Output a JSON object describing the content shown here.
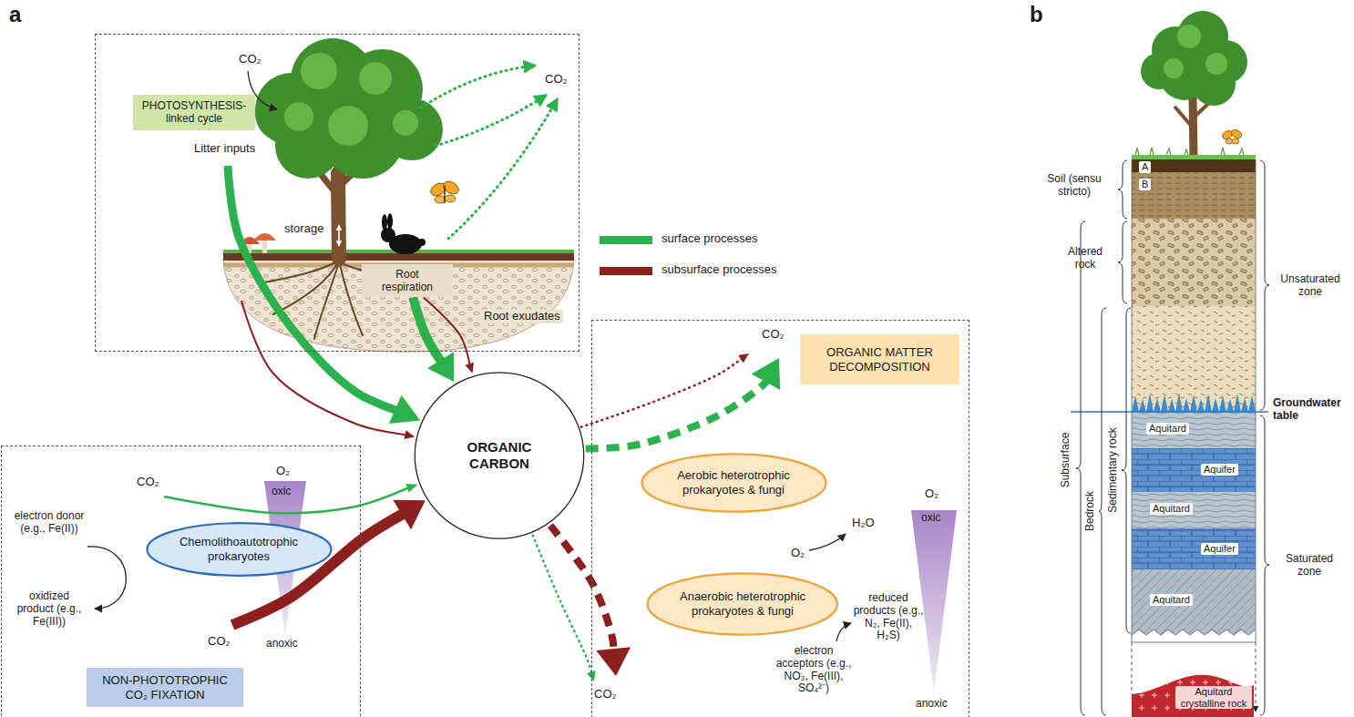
{
  "diagram": {
    "nodes": [
      {
        "text": [
          "PHOTOSYNTHESIS- linked cycle"
        ]
      },
      {
        "text": [
          "Root respiration"
        ],
        "in": 0
      },
      {
        "text": [
          "ORGANIC CARBON"
        ]
      },
      {
        "text": [
          "NON-PHOTOTROPHIC CO₂ FIXATION"
        ]
      },
      {
        "text": [
          "Chemolithoautotrophic prokaryotes"
        ],
        "in": 3
      },
      {
        "text": [
          "ORGANIC MATTER DECOMPOSITION"
        ]
      },
      {
        "text": [
          "Aerobic heterotrophic prokaryotes & fungi"
        ],
        "in": 5
      },
      {
        "text": [
          "Anaerobic heterotrophic prokaryotes & fungi"
        ],
        "in": 5
      }
    ],
    "edges": [
      {
        "from": 0,
        "to": 2,
        "arrow": "to"
      },
      {
        "from": 0,
        "to": 2,
        "arrow": "to"
      },
      {
        "from": 1,
        "to": 2,
        "arrow": "to"
      },
      {
        "from": 1,
        "to": 2,
        "arrow": "to"
      },
      {
        "from": 3,
        "to": 2,
        "arrow": "to"
      },
      {
        "from": 3,
        "to": 2,
        "arrow": "to"
      },
      {
        "from": 2,
        "to": 5,
        "arrow": "to"
      },
      {
        "from": 2,
        "to": 5,
        "arrow": "to"
      },
      {
        "from": 2,
        "to": 5,
        "arrow": "to"
      },
      {
        "from": 2,
        "to": 5,
        "arrow": "to"
      }
    ],
    "labels": [
      "a",
      "CO₂",
      "CO₂",
      "Litter inputs",
      "storage",
      "Root exudates",
      "CO₂",
      "electron donor (e.g., Fe(II))",
      "oxidized product (e.g., Fe(III))",
      "O₂",
      "oxic",
      "anoxic",
      "CO₂",
      "CO₂",
      "H₂O",
      "O₂",
      "O₂",
      "oxic",
      "reduced products (e.g., N₂, Fe(II), H₂S)",
      "electron acceptors (e.g., NO₃, Fe(III), SO₄²⁻)",
      "anoxic",
      "CO₂",
      "b",
      "A",
      "B",
      "Soil (sensu stricto)",
      "Altered rock",
      "Unsaturated zone",
      "Subsurface",
      "Bedrock",
      "Sedimentary rock",
      "Groundwater table",
      "Aquitard",
      "Aquifer",
      "Aquitard",
      "Aquifer",
      "Aquitard",
      "Saturated zone",
      "Aquitard crystalline rock"
    ],
    "legend": [
      {
        "text": "surface processes",
        "color": "#2bb24c"
      },
      {
        "text": "subsurface processes",
        "color": "#8e1f1f"
      }
    ]
  }
}
